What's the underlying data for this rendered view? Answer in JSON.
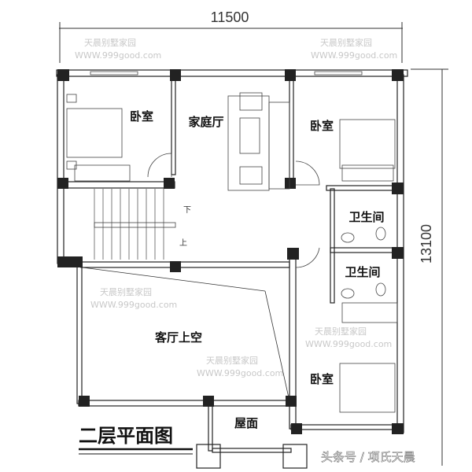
{
  "dimensions": {
    "width": "11500",
    "height": "13100"
  },
  "rooms": {
    "bedroom_top_left": "卧室",
    "family_hall": "家庭厅",
    "bedroom_top_right": "卧室",
    "bathroom_1": "卫生间",
    "bathroom_2": "卫生间",
    "living_void": "客厅上空",
    "bedroom_bottom_right": "卧室",
    "roof": "屋面"
  },
  "stairs": {
    "down": "下",
    "up": "上"
  },
  "title": "二层平面图",
  "credit": "头条号 / 项氏天晨",
  "watermark": {
    "line1": "天晨别墅家园",
    "line2": "WWW.999good.com"
  }
}
